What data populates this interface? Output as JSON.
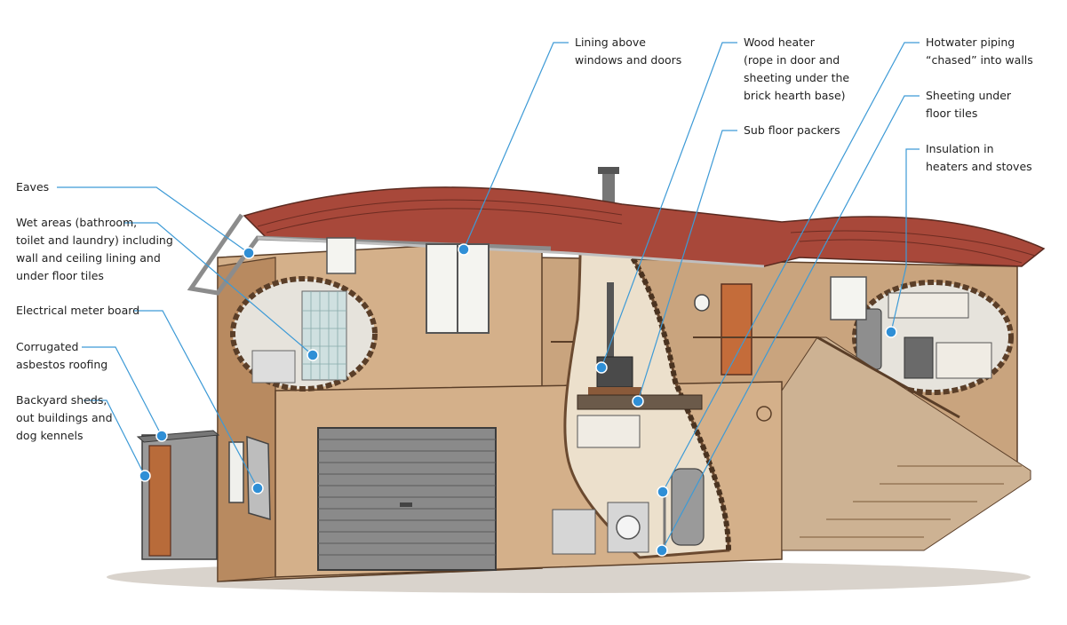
{
  "labels": {
    "eaves": "Eaves",
    "wet_areas": "Wet areas (bathroom,\ntoilet and laundry) including\nwall and ceiling lining and\nunder floor tiles",
    "meter_board": "Electrical meter board",
    "corrugated": "Corrugated\nasbestos roofing",
    "sheds": "Backyard sheds,\nout buildings and\ndog kennels",
    "lining": "Lining above\nwindows and doors",
    "wood_heater": "Wood heater\n(rope in door and\nsheeting under the\nbrick hearth base)",
    "sub_floor": "Sub floor packers",
    "hotwater": "Hotwater piping\n“chased” into walls",
    "sheeting": "Sheeting under\nfloor tiles",
    "insulation": "Insulation in\nheaters and stoves"
  },
  "colors": {
    "leader": "#3d9ad6",
    "dot": "#2f8fd6",
    "wall": "#d4b08a",
    "wall_shadow": "#b88a60",
    "roof": "#a8483a",
    "interior": "#ece0cc",
    "garage_door": "#8a8a8a"
  }
}
